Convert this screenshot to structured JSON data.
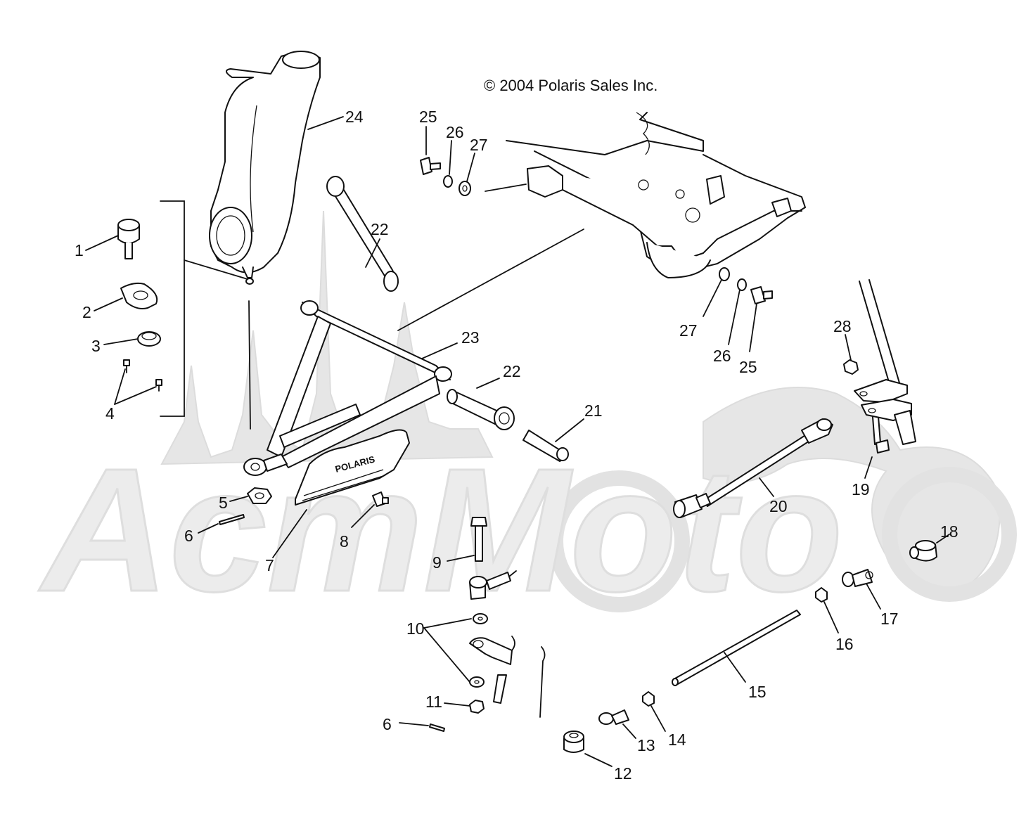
{
  "copyright": "© 2004 Polaris Sales Inc.",
  "watermark_text": "AcmMoto",
  "logo_text": "POLARIS",
  "callouts": [
    "1",
    "2",
    "3",
    "4",
    "5",
    "6",
    "7",
    "8",
    "9",
    "10",
    "11",
    "6",
    "12",
    "13",
    "14",
    "15",
    "16",
    "17",
    "18",
    "19",
    "20",
    "21",
    "22",
    "22",
    "23",
    "24",
    "25",
    "26",
    "27",
    "25",
    "26",
    "27",
    "28"
  ],
  "colors": {
    "line": "#111111",
    "watermark": "#e6e6e6",
    "background": "#ffffff"
  }
}
